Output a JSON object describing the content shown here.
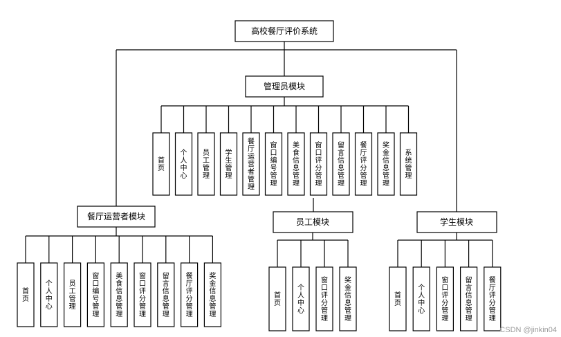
{
  "root": {
    "label": "高校餐厅评价系统"
  },
  "admin": {
    "label": "管理员模块",
    "items": [
      "首页",
      "个人中心",
      "员工管理",
      "学生管理",
      "餐厅运营者管理",
      "窗口编号管理",
      "美食信息管理",
      "窗口评分管理",
      "留言信息管理",
      "餐厅评分管理",
      "奖金信息管理",
      "系统管理"
    ]
  },
  "operator": {
    "label": "餐厅运营者模块",
    "items": [
      "首页",
      "个人中心",
      "员工管理",
      "窗口编号管理",
      "美食信息管理",
      "窗口评分管理",
      "留言信息管理",
      "餐厅评分管理",
      "奖金信息管理"
    ]
  },
  "staff": {
    "label": "员工模块",
    "items": [
      "首页",
      "个人中心",
      "窗口评分管理",
      "奖金信息管理"
    ]
  },
  "student": {
    "label": "学生模块",
    "items": [
      "首页",
      "个人中心",
      "窗口评分管理",
      "留言信息管理",
      "餐厅评分管理"
    ]
  },
  "watermark": {
    "text": "CSDN @jinkin04"
  }
}
